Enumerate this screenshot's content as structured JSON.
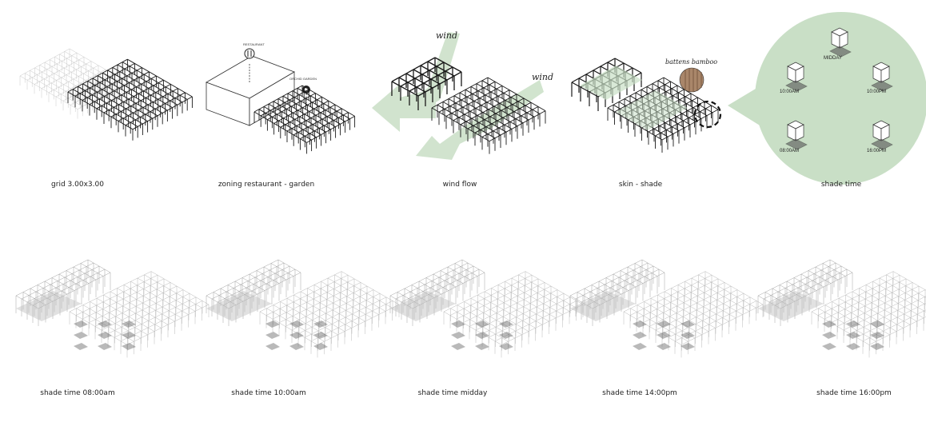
{
  "top_row": {
    "grid": {
      "caption": "grid 3.00x3.00"
    },
    "zoning": {
      "caption": "zoning restaurant - garden",
      "restaurant_label": "RESTAURANT",
      "garden_label": "ORCHID GARDEN"
    },
    "wind": {
      "caption": "wind flow",
      "wind_label_1": "wind",
      "wind_label_2": "wind"
    },
    "skin": {
      "caption": "skin - shade",
      "material_label": "battens bamboo"
    },
    "shade_time": {
      "caption": "shade time",
      "times": [
        "MIDDAY",
        "10:00AM",
        "10:00PM",
        "08:00AM",
        "16:00PM"
      ]
    }
  },
  "bottom_row": [
    {
      "caption": "shade time 08:00am"
    },
    {
      "caption": "shade time 10:00am"
    },
    {
      "caption": "shade time midday"
    },
    {
      "caption": "shade time 14:00pm"
    },
    {
      "caption": "shade time 16:00pm"
    }
  ],
  "colors": {
    "accent_green": "#c9dfc6",
    "arrow_green": "#bcd8b8",
    "line_dark": "#1a1a1a",
    "line_light": "#bbbbbb"
  },
  "icons": [
    "fork-knife-icon",
    "flower-icon",
    "wind-arrow-icon",
    "bamboo-texture-icon"
  ]
}
